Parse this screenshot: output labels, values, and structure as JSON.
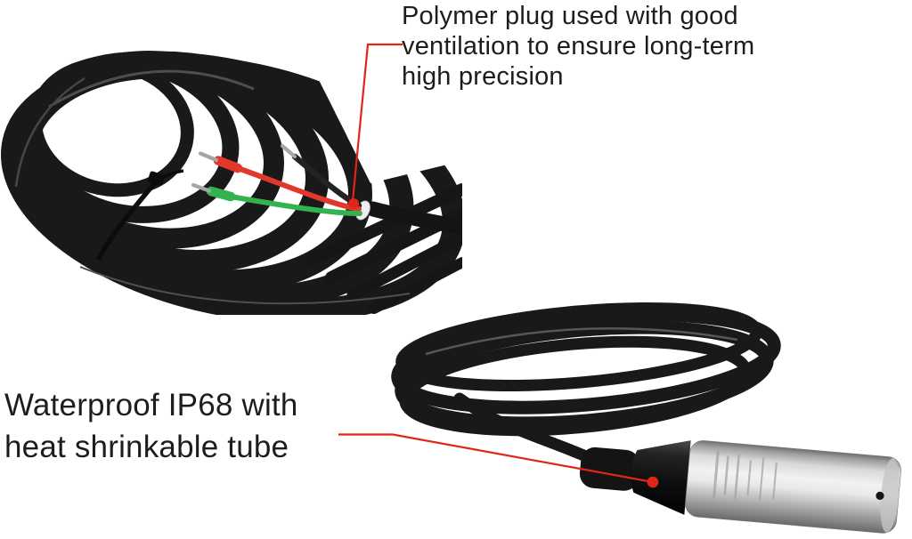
{
  "annotations": {
    "accent_color": "#e02619",
    "polymer_plug": {
      "text": "Polymer plug used with good\nventilation to ensure long-term\nhigh precision"
    },
    "waterproof": {
      "text": "Waterproof IP68 with\nheat shrinkable tube"
    }
  },
  "product": {
    "wires": {
      "red": "#e2372b",
      "green": "#33b34f",
      "black": "#232323",
      "pin_metal": "#a6a6a6"
    },
    "cable_color": "#191919",
    "probe_finish": "stainless-steel"
  }
}
